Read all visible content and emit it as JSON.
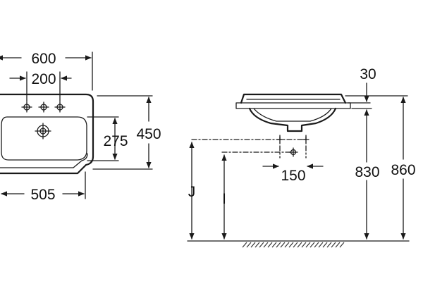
{
  "plan_view": {
    "overall_width": "600",
    "tap_spacing": "200",
    "bowl_depth": "275",
    "overall_depth": "450",
    "bowl_width": "505"
  },
  "section_view": {
    "rim_height": "30",
    "tap_offset": "150",
    "height_830": "830",
    "height_860": "860",
    "label_j": "J",
    "label_i": "I"
  },
  "colors": {
    "ink": "#1a1a1a",
    "background": "#ffffff"
  }
}
